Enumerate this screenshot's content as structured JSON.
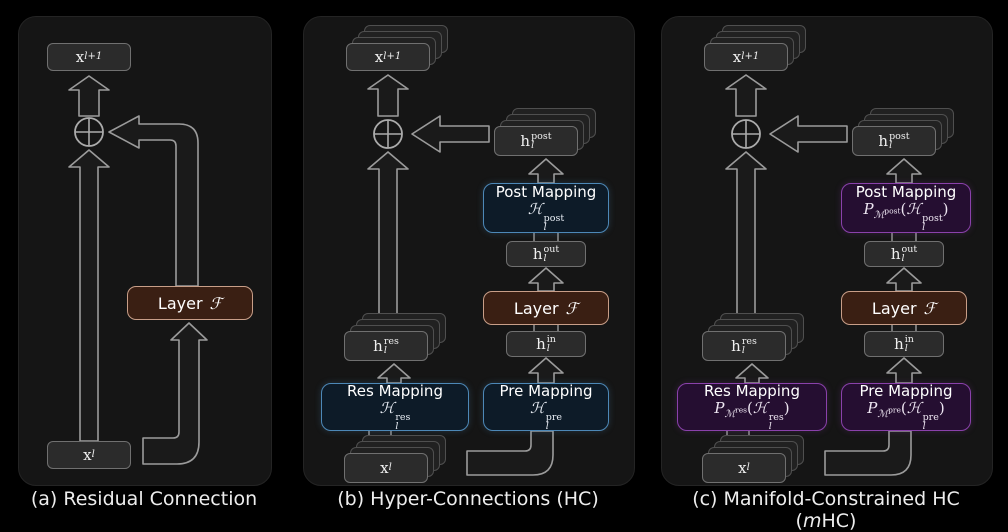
{
  "captions": {
    "a": "(a) Residual Connection",
    "b": "(b) Hyper-Connections (HC)",
    "c_prefix": "(c) Manifold-Constrained HC (",
    "c_italic": "m",
    "c_suffix": "HC)"
  },
  "colors": {
    "background": "#000000",
    "panel": "#151515",
    "arrow_outline": "#9b9b9b",
    "layer_fill": "#3a1f13",
    "layer_border": "#c89e88",
    "blue_fill": "#0d1b28",
    "blue_border": "#4d88b7",
    "purple_fill": "#250e31",
    "purple_border": "#8a41ab"
  },
  "panel_a": {
    "x_next": {
      "base": "x",
      "sub": "l+1"
    },
    "x_cur": {
      "base": "x",
      "sub": "l"
    },
    "layer": {
      "label": "Layer",
      "op": "ℱ"
    }
  },
  "panel_b": {
    "x_next": {
      "base": "x",
      "sub": "l+1"
    },
    "x_cur": {
      "base": "x",
      "sub": "l"
    },
    "h_post": {
      "base": "h",
      "sub": "l",
      "sup": "post"
    },
    "h_res": {
      "base": "h",
      "sub": "l",
      "sup": "res"
    },
    "h_out": {
      "base": "h",
      "sub": "l",
      "sup": "out"
    },
    "h_in": {
      "base": "h",
      "sub": "l",
      "sup": "in"
    },
    "layer": {
      "label": "Layer",
      "op": "ℱ"
    },
    "post_mapping": {
      "title": "Post Mapping",
      "map": "ℋ",
      "sub": "l",
      "sup": "post"
    },
    "res_mapping": {
      "title": "Res Mapping",
      "map": "ℋ",
      "sub": "l",
      "sup": "res"
    },
    "pre_mapping": {
      "title": "Pre Mapping",
      "map": "ℋ",
      "sub": "l",
      "sup": "pre"
    }
  },
  "panel_c": {
    "x_next": {
      "base": "x",
      "sub": "l+1"
    },
    "x_cur": {
      "base": "x",
      "sub": "l"
    },
    "h_post": {
      "base": "h",
      "sub": "l",
      "sup": "post"
    },
    "h_res": {
      "base": "h",
      "sub": "l",
      "sup": "res"
    },
    "h_out": {
      "base": "h",
      "sub": "l",
      "sup": "out"
    },
    "h_in": {
      "base": "h",
      "sub": "l",
      "sup": "in"
    },
    "layer": {
      "label": "Layer",
      "op": "ℱ"
    },
    "post_mapping": {
      "title": "Post Mapping",
      "proj": "P",
      "proj_sub": "ℳ",
      "proj_sup": "post",
      "open": "(",
      "map": "ℋ",
      "sub": "l",
      "sup": "post",
      "close": ")"
    },
    "res_mapping": {
      "title": "Res Mapping",
      "proj": "P",
      "proj_sub": "ℳ",
      "proj_sup": "res",
      "open": "(",
      "map": "ℋ",
      "sub": "l",
      "sup": "res",
      "close": ")"
    },
    "pre_mapping": {
      "title": "Pre Mapping",
      "proj": "P",
      "proj_sub": "ℳ",
      "proj_sup": "pre",
      "open": "(",
      "map": "ℋ",
      "sub": "l",
      "sup": "pre",
      "close": ")"
    }
  }
}
